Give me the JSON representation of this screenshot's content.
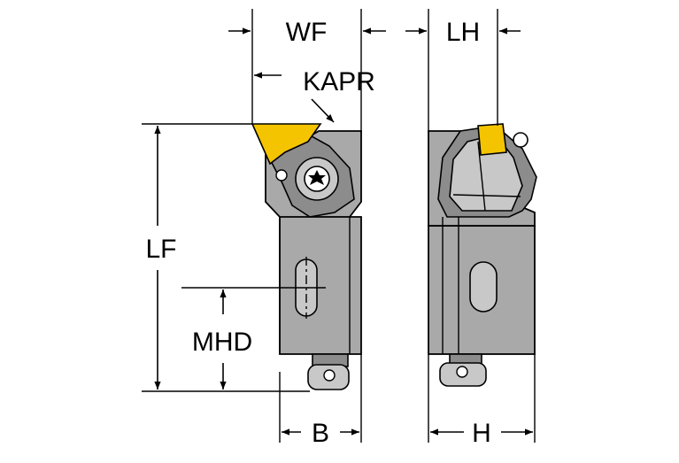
{
  "labels": {
    "wf": "WF",
    "lh": "LH",
    "kapr": "KAPR",
    "lf": "LF",
    "mhd": "MHD",
    "b": "B",
    "h": "H"
  },
  "colors": {
    "body": "#a9a9a9",
    "insert": "#f5c400",
    "background": "#ffffff",
    "line": "#000000"
  }
}
